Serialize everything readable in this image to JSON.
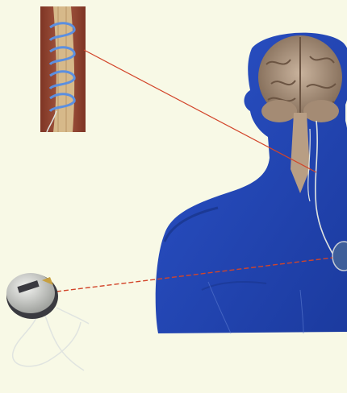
{
  "figure": {
    "parts": [
      "nerve-electrode-inset",
      "human-head-torso",
      "brain",
      "vagus-nerve-lead",
      "implanted-pulse-generator",
      "external-pulse-generator-device"
    ],
    "device_label": "",
    "colors": {
      "background": "#f8f9e6",
      "body": "#2347b8",
      "body_shadow": "#1a3590",
      "brain": "#b39a84",
      "brain_dark": "#7d6652",
      "inset_background": "#9a4a36",
      "nerve": "#d6b98a",
      "electrode_coil": "#5b8fe0",
      "leader_line": "#d2452a",
      "device_case": "#d7d9d6",
      "device_dark": "#3a3a40",
      "lead_wire": "#e0e4e0"
    }
  }
}
